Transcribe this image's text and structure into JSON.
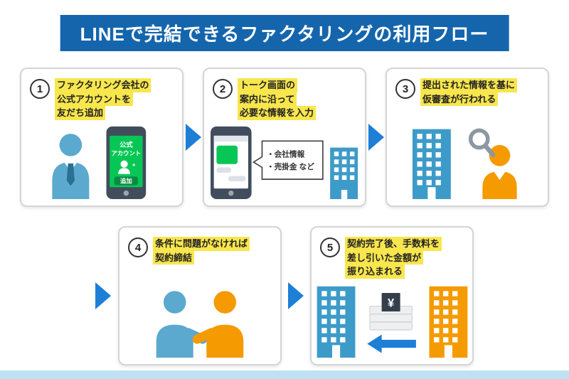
{
  "title": "LINEで完結できるファクタリングの利用フロー",
  "steps": [
    {
      "number": "1",
      "lines": [
        "ファクタリング会社の",
        "公式アカウントを",
        "友だち追加"
      ]
    },
    {
      "number": "2",
      "lines": [
        "トーク画面の",
        "案内に沿って",
        "必要な情報を入力"
      ]
    },
    {
      "number": "3",
      "lines": [
        "提出された情報を基に",
        "仮審査が行われる"
      ]
    },
    {
      "number": "4",
      "lines": [
        "条件に問題がなければ",
        "契約締結"
      ]
    },
    {
      "number": "5",
      "lines": [
        "契約完了後、手数料を",
        "差し引いた金額が",
        "振り込まれる"
      ]
    }
  ],
  "illustrations": {
    "phone_step1": {
      "screen_title_line1": "公式",
      "screen_title_line2": "アカウント",
      "plus": "+",
      "add_button": "追加"
    },
    "callout_step2": {
      "items": [
        "・会社情報",
        "・売掛金 など"
      ]
    },
    "money_step5": {
      "currency": "¥"
    }
  },
  "colors": {
    "banner_blue": "#1565ad",
    "highlight_yellow": "#f8e64d",
    "arrow_blue": "#1d7fd6",
    "person_blue": "#5ba9ce",
    "person_orange": "#f59a00",
    "building_blue": "#3d9bc9",
    "building_orange": "#f59a00",
    "line_green": "#06c755",
    "footer_blue": "#bfe2f3"
  }
}
